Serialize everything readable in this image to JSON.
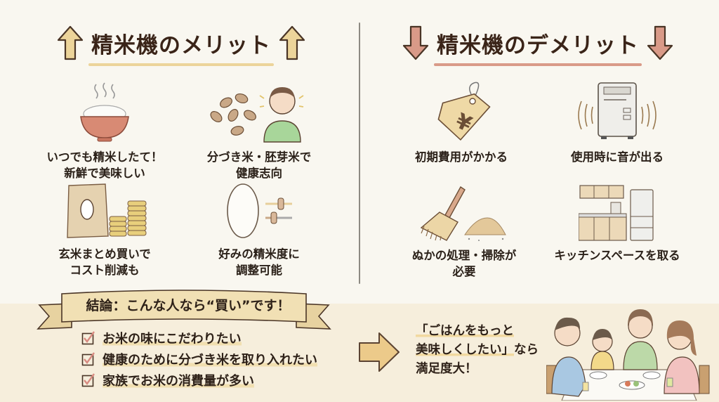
{
  "colors": {
    "background": "#f9f7f0",
    "bottom_band": "#f6eedc",
    "merit_accent": "#ecd49a",
    "demerit_accent": "#d99a88",
    "text": "#2e2118",
    "check_mark": "#d88a80"
  },
  "merits": {
    "title": "精米機のメリット",
    "icon": "up-arrow-icon",
    "items": [
      {
        "icon": "steaming-rice-bowl-icon",
        "label": "いつでも精米したて！\n新鮮で美味しい"
      },
      {
        "icon": "rice-grains-healthy-person-icon",
        "label": "分づき米・胚芽米で\n健康志向"
      },
      {
        "icon": "rice-bag-coins-icon",
        "label": "玄米まとめ買いで\nコスト削減も"
      },
      {
        "icon": "rice-grain-slider-icon",
        "label": "好みの精米度に\n調整可能"
      }
    ]
  },
  "demerits": {
    "title": "精米機のデメリット",
    "icon": "down-arrow-icon",
    "items": [
      {
        "icon": "yen-price-tag-icon",
        "label": "初期費用がかかる"
      },
      {
        "icon": "noisy-machine-icon",
        "label": "使用時に音が出る"
      },
      {
        "icon": "brush-bran-pile-icon",
        "label": "ぬかの処理・掃除が\n必要"
      },
      {
        "icon": "kitchen-space-icon",
        "label": "キッチンスペースを取る"
      }
    ]
  },
  "conclusion": {
    "banner": "結論：こんな人なら“買い”です！",
    "checklist": [
      "お米の味にこだわりたい",
      "健康のために分づき米を取り入れたい",
      "家族でお米の消費量が多い"
    ],
    "result_line1": "「ごはんをもっと",
    "result_line2_hl": "美味しくしたい」",
    "result_line2_rest": "なら",
    "result_line3": "満足度大！",
    "illustration": "family-dining-illustration"
  }
}
